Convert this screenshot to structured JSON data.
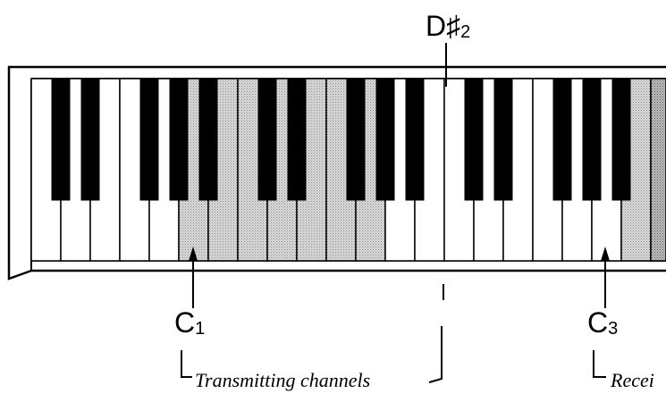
{
  "labels": {
    "top_note": "D♯2",
    "low_note": "C1",
    "high_note": "C3",
    "transmit": "Transmitting channels",
    "receive": "Recei"
  },
  "keyboard": {
    "white_key_count": 22,
    "transmit_shade_keys": [
      5,
      6,
      7,
      8,
      9,
      10,
      11
    ],
    "receive_shade_keys": [
      20,
      21
    ]
  },
  "colors": {
    "ink": "#000000",
    "key_white": "#ffffff",
    "shade": "#c8c8c8"
  }
}
